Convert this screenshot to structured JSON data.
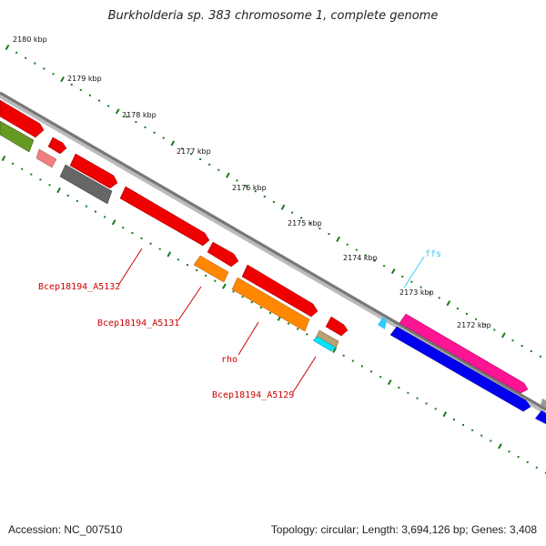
{
  "title": "Burkholderia sp. 383 chromosome 1, complete genome",
  "footer": {
    "accession": "Accession: NC_007510",
    "topology": "Topology: circular; Length: 3,694,126 bp; Genes: 3,408"
  },
  "ruler_labels": [
    "2180 kbp",
    "2179 kbp",
    "2178 kbp",
    "2177 kbp",
    "2176 kbp",
    "2175 kbp",
    "2174 kbp",
    "2173 kbp",
    "2172 kbp"
  ],
  "gene_labels": {
    "a5132": "Bcep18194_A5132",
    "a5131": "Bcep18194_A5131",
    "rho": "rho",
    "a5129": "Bcep18194_A5129",
    "ffs": "ffs"
  },
  "colors": {
    "red": "#ee0000",
    "orange": "#ff8800",
    "green": "#669922",
    "gray": "#666666",
    "pink": "#ff1493",
    "blue": "#0000ee",
    "salmon": "#f08080",
    "cyan": "#00e5ff",
    "tick_green": "#1a7a1a",
    "ffs": "#33ccff"
  }
}
